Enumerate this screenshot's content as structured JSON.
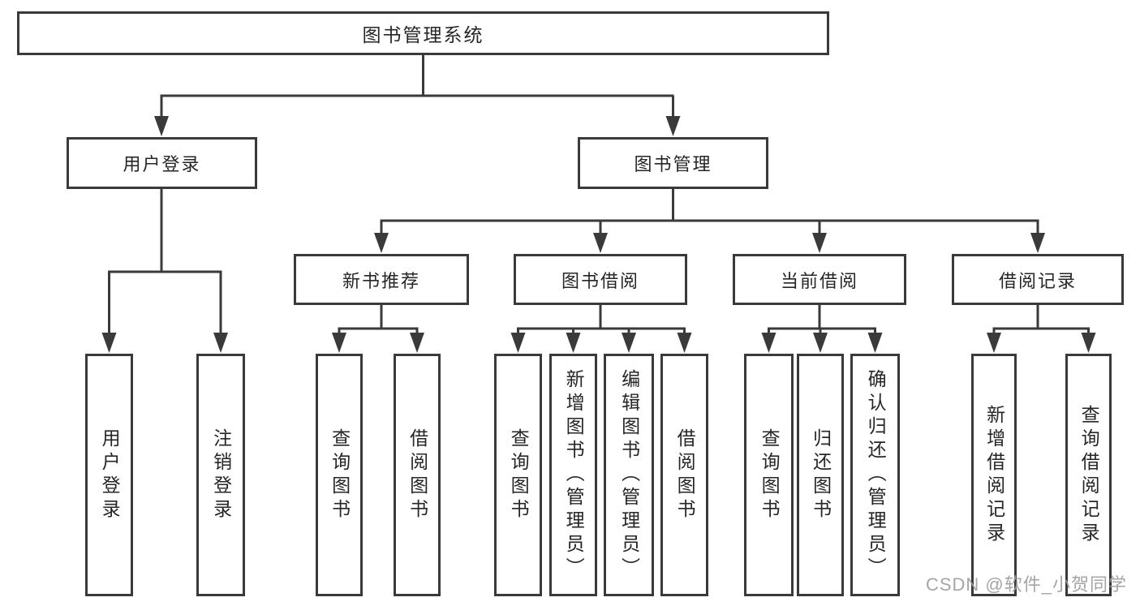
{
  "colors": {
    "line": "#3a3a3a",
    "box_border": "#3a3a3a",
    "text": "#262626",
    "watermark": "#9e9e9e",
    "background": "#ffffff"
  },
  "watermark": {
    "text": "CSDN @软件_小贺同学"
  },
  "diagram": {
    "root": {
      "label": "图书管理系统"
    },
    "level2": [
      {
        "id": "user-login",
        "label": "用户登录"
      },
      {
        "id": "book-management",
        "label": "图书管理"
      }
    ],
    "level3": [
      {
        "id": "new-book-recommend",
        "parent": "book-management",
        "label": "新书推荐"
      },
      {
        "id": "book-borrowing",
        "parent": "book-management",
        "label": "图书借阅"
      },
      {
        "id": "current-borrowing",
        "parent": "book-management",
        "label": "当前借阅"
      },
      {
        "id": "borrowing-records",
        "parent": "book-management",
        "label": "借阅记录"
      }
    ],
    "level4": [
      {
        "parent": "user-login",
        "label": "用户登录"
      },
      {
        "parent": "user-login",
        "label": "注销登录"
      },
      {
        "parent": "new-book-recommend",
        "label": "查询图书"
      },
      {
        "parent": "new-book-recommend",
        "label": "借阅图书"
      },
      {
        "parent": "book-borrowing",
        "label": "查询图书"
      },
      {
        "parent": "book-borrowing",
        "label": "新增图书（管理员）"
      },
      {
        "parent": "book-borrowing",
        "label": "编辑图书（管理员）"
      },
      {
        "parent": "book-borrowing",
        "label": "借阅图书"
      },
      {
        "parent": "current-borrowing",
        "label": "查询图书"
      },
      {
        "parent": "current-borrowing",
        "label": "归还图书"
      },
      {
        "parent": "current-borrowing",
        "label": "确认归还（管理员）"
      },
      {
        "parent": "borrowing-records",
        "label": "新增借阅记录"
      },
      {
        "parent": "borrowing-records",
        "label": "查询借阅记录"
      }
    ]
  }
}
